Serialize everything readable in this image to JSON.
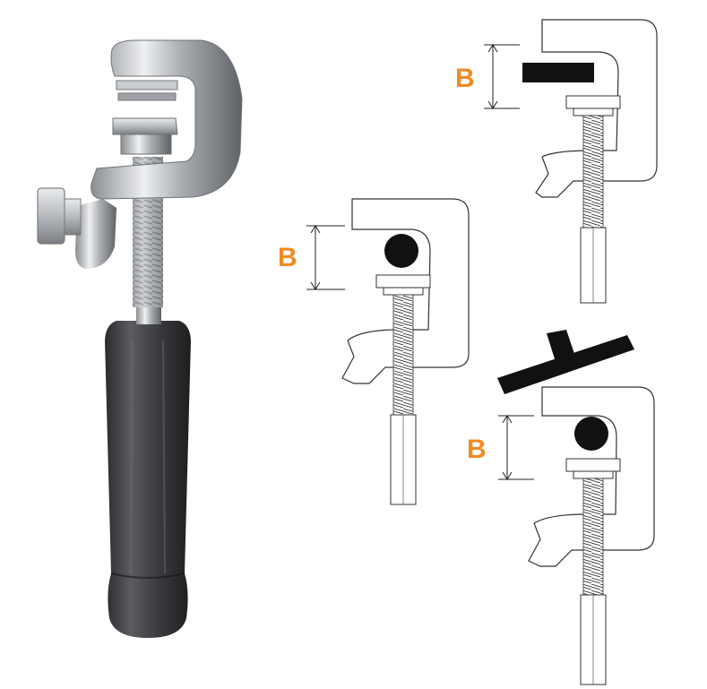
{
  "accent_color": "#f08a24",
  "diagrams": [
    {
      "dimension_label": "B",
      "conductor_shape": "flat-bar"
    },
    {
      "dimension_label": "B",
      "conductor_shape": "round-cable"
    },
    {
      "dimension_label": "B",
      "conductor_shape": "round-cable-with-cross-bar"
    }
  ],
  "photo": {
    "subject": "clamp-with-rubber-handle"
  }
}
